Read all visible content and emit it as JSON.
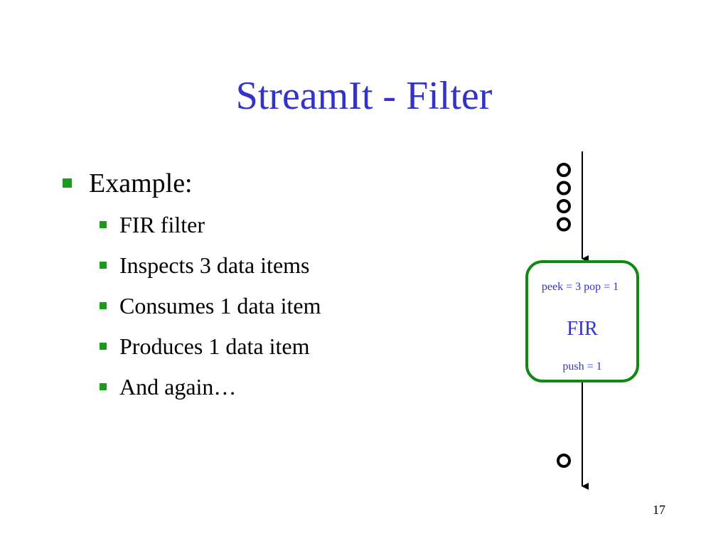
{
  "slide": {
    "title": "StreamIt - Filter",
    "bullet": {
      "label": "Example:",
      "subitems": [
        "FIR filter",
        "Inspects 3 data items",
        "Consumes 1 data item",
        "Produces 1 data item",
        "And again…"
      ]
    },
    "page_number": "17"
  },
  "diagram": {
    "filter_name": "FIR",
    "peek_pop_label": "peek = 3 pop = 1",
    "push_label": "push = 1",
    "input_items_count": 4,
    "output_items_count": 1,
    "colors": {
      "box_border": "#118811",
      "label_text": "#3333cc",
      "line": "#000000",
      "bullet": "#1b9a1b",
      "title": "#3333cc"
    }
  }
}
